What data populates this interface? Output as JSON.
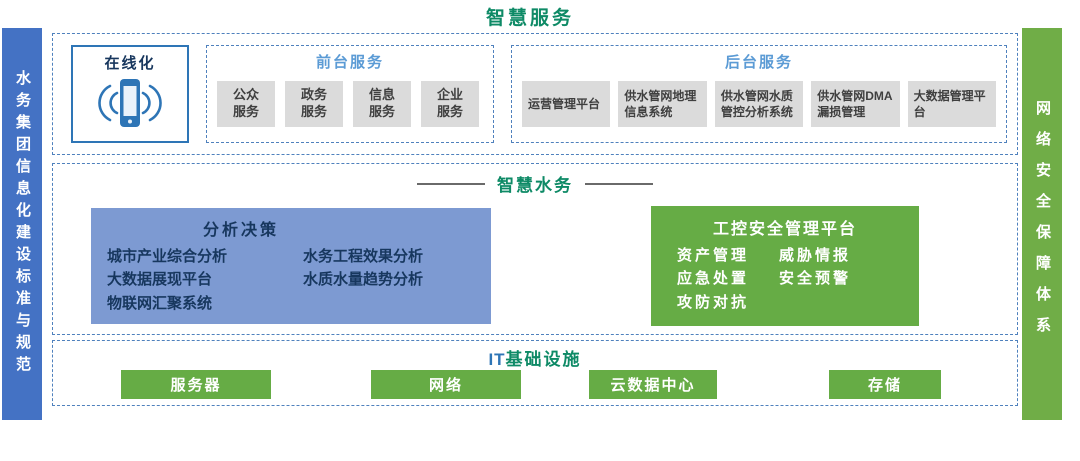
{
  "header": {
    "title": "智慧服务"
  },
  "left_bar": {
    "label": "水务集团信息化建设标准与规范"
  },
  "right_bar": {
    "label": "网络安全保障体系"
  },
  "top_section": {
    "online_label": "在线化",
    "front_services": {
      "title": "前台服务",
      "items": [
        "公众服务",
        "政务服务",
        "信息服务",
        "企业服务"
      ]
    },
    "back_services": {
      "title": "后台服务",
      "items": [
        "运营管理平台",
        "供水管网地理信息系统",
        "供水管网水质管控分析系统",
        "供水管网DMA漏损管理",
        "大数据管理平台"
      ]
    }
  },
  "middle_section": {
    "title": "智慧水务",
    "analysis": {
      "title": "分析决策",
      "col1": [
        "城市产业综合分析",
        "大数据展现平台",
        "物联网汇聚系统"
      ],
      "col2": [
        "水务工程效果分析",
        "水质水量趋势分析"
      ]
    },
    "security": {
      "title": "工控安全管理平台",
      "col1": [
        "资产管理",
        "应急处置",
        "攻防对抗"
      ],
      "col2": [
        "威胁情报",
        "安全预警"
      ]
    }
  },
  "bottom_section": {
    "title_en": "IT",
    "title_cn": "基础设施",
    "items": [
      "服务器",
      "网络",
      "云数据中心",
      "存储"
    ]
  },
  "colors": {
    "left_bar": "#4472C4",
    "right_bar": "#70AD47",
    "section_title": "#0E8A66",
    "group_title": "#5B9BD5",
    "dashed_border": "#4F81BD",
    "gray_item_bg": "#DBDBDB",
    "analysis_bg": "#7D9AD2",
    "analysis_text": "#17375E",
    "green_box": "#66AC45",
    "phone_blue": "#2E75B6"
  }
}
